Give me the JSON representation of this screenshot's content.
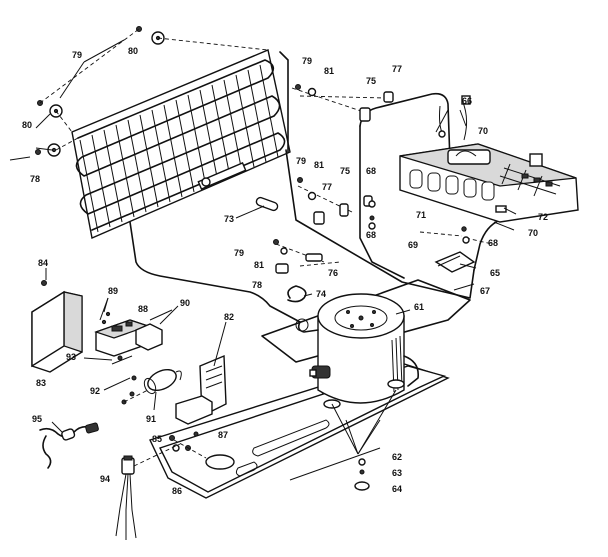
{
  "callouts": [
    {
      "id": "c79a",
      "text": "79"
    },
    {
      "id": "c80a",
      "text": "80"
    },
    {
      "id": "c80b",
      "text": "80"
    },
    {
      "id": "c78a",
      "text": "78"
    },
    {
      "id": "c79b",
      "text": "79"
    },
    {
      "id": "c81a",
      "text": "81"
    },
    {
      "id": "c75a",
      "text": "75"
    },
    {
      "id": "c77a",
      "text": "77"
    },
    {
      "id": "c66a",
      "text": "66"
    },
    {
      "id": "c70a",
      "text": "70"
    },
    {
      "id": "c79c",
      "text": "79"
    },
    {
      "id": "c81b",
      "text": "81"
    },
    {
      "id": "c75b",
      "text": "75"
    },
    {
      "id": "c77b",
      "text": "77"
    },
    {
      "id": "c68a",
      "text": "68"
    },
    {
      "id": "c68b",
      "text": "68"
    },
    {
      "id": "c73",
      "text": "73"
    },
    {
      "id": "c71",
      "text": "71"
    },
    {
      "id": "c72",
      "text": "72"
    },
    {
      "id": "c70b",
      "text": "70"
    },
    {
      "id": "c69",
      "text": "69"
    },
    {
      "id": "c68c",
      "text": "68"
    },
    {
      "id": "c79d",
      "text": "79"
    },
    {
      "id": "c81c",
      "text": "81"
    },
    {
      "id": "c76",
      "text": "76"
    },
    {
      "id": "c78b",
      "text": "78"
    },
    {
      "id": "c65",
      "text": "65"
    },
    {
      "id": "c67",
      "text": "67"
    },
    {
      "id": "c84",
      "text": "84"
    },
    {
      "id": "c74",
      "text": "74"
    },
    {
      "id": "c89",
      "text": "89"
    },
    {
      "id": "c88",
      "text": "88"
    },
    {
      "id": "c90",
      "text": "90"
    },
    {
      "id": "c61",
      "text": "61"
    },
    {
      "id": "c82",
      "text": "82"
    },
    {
      "id": "c83",
      "text": "83"
    },
    {
      "id": "c93",
      "text": "93"
    },
    {
      "id": "c92",
      "text": "92"
    },
    {
      "id": "c91",
      "text": "91"
    },
    {
      "id": "c95",
      "text": "95"
    },
    {
      "id": "c85",
      "text": "85"
    },
    {
      "id": "c87",
      "text": "87"
    },
    {
      "id": "c86",
      "text": "86"
    },
    {
      "id": "c62",
      "text": "62"
    },
    {
      "id": "c63",
      "text": "63"
    },
    {
      "id": "c64",
      "text": "64"
    },
    {
      "id": "c94",
      "text": "94"
    }
  ]
}
